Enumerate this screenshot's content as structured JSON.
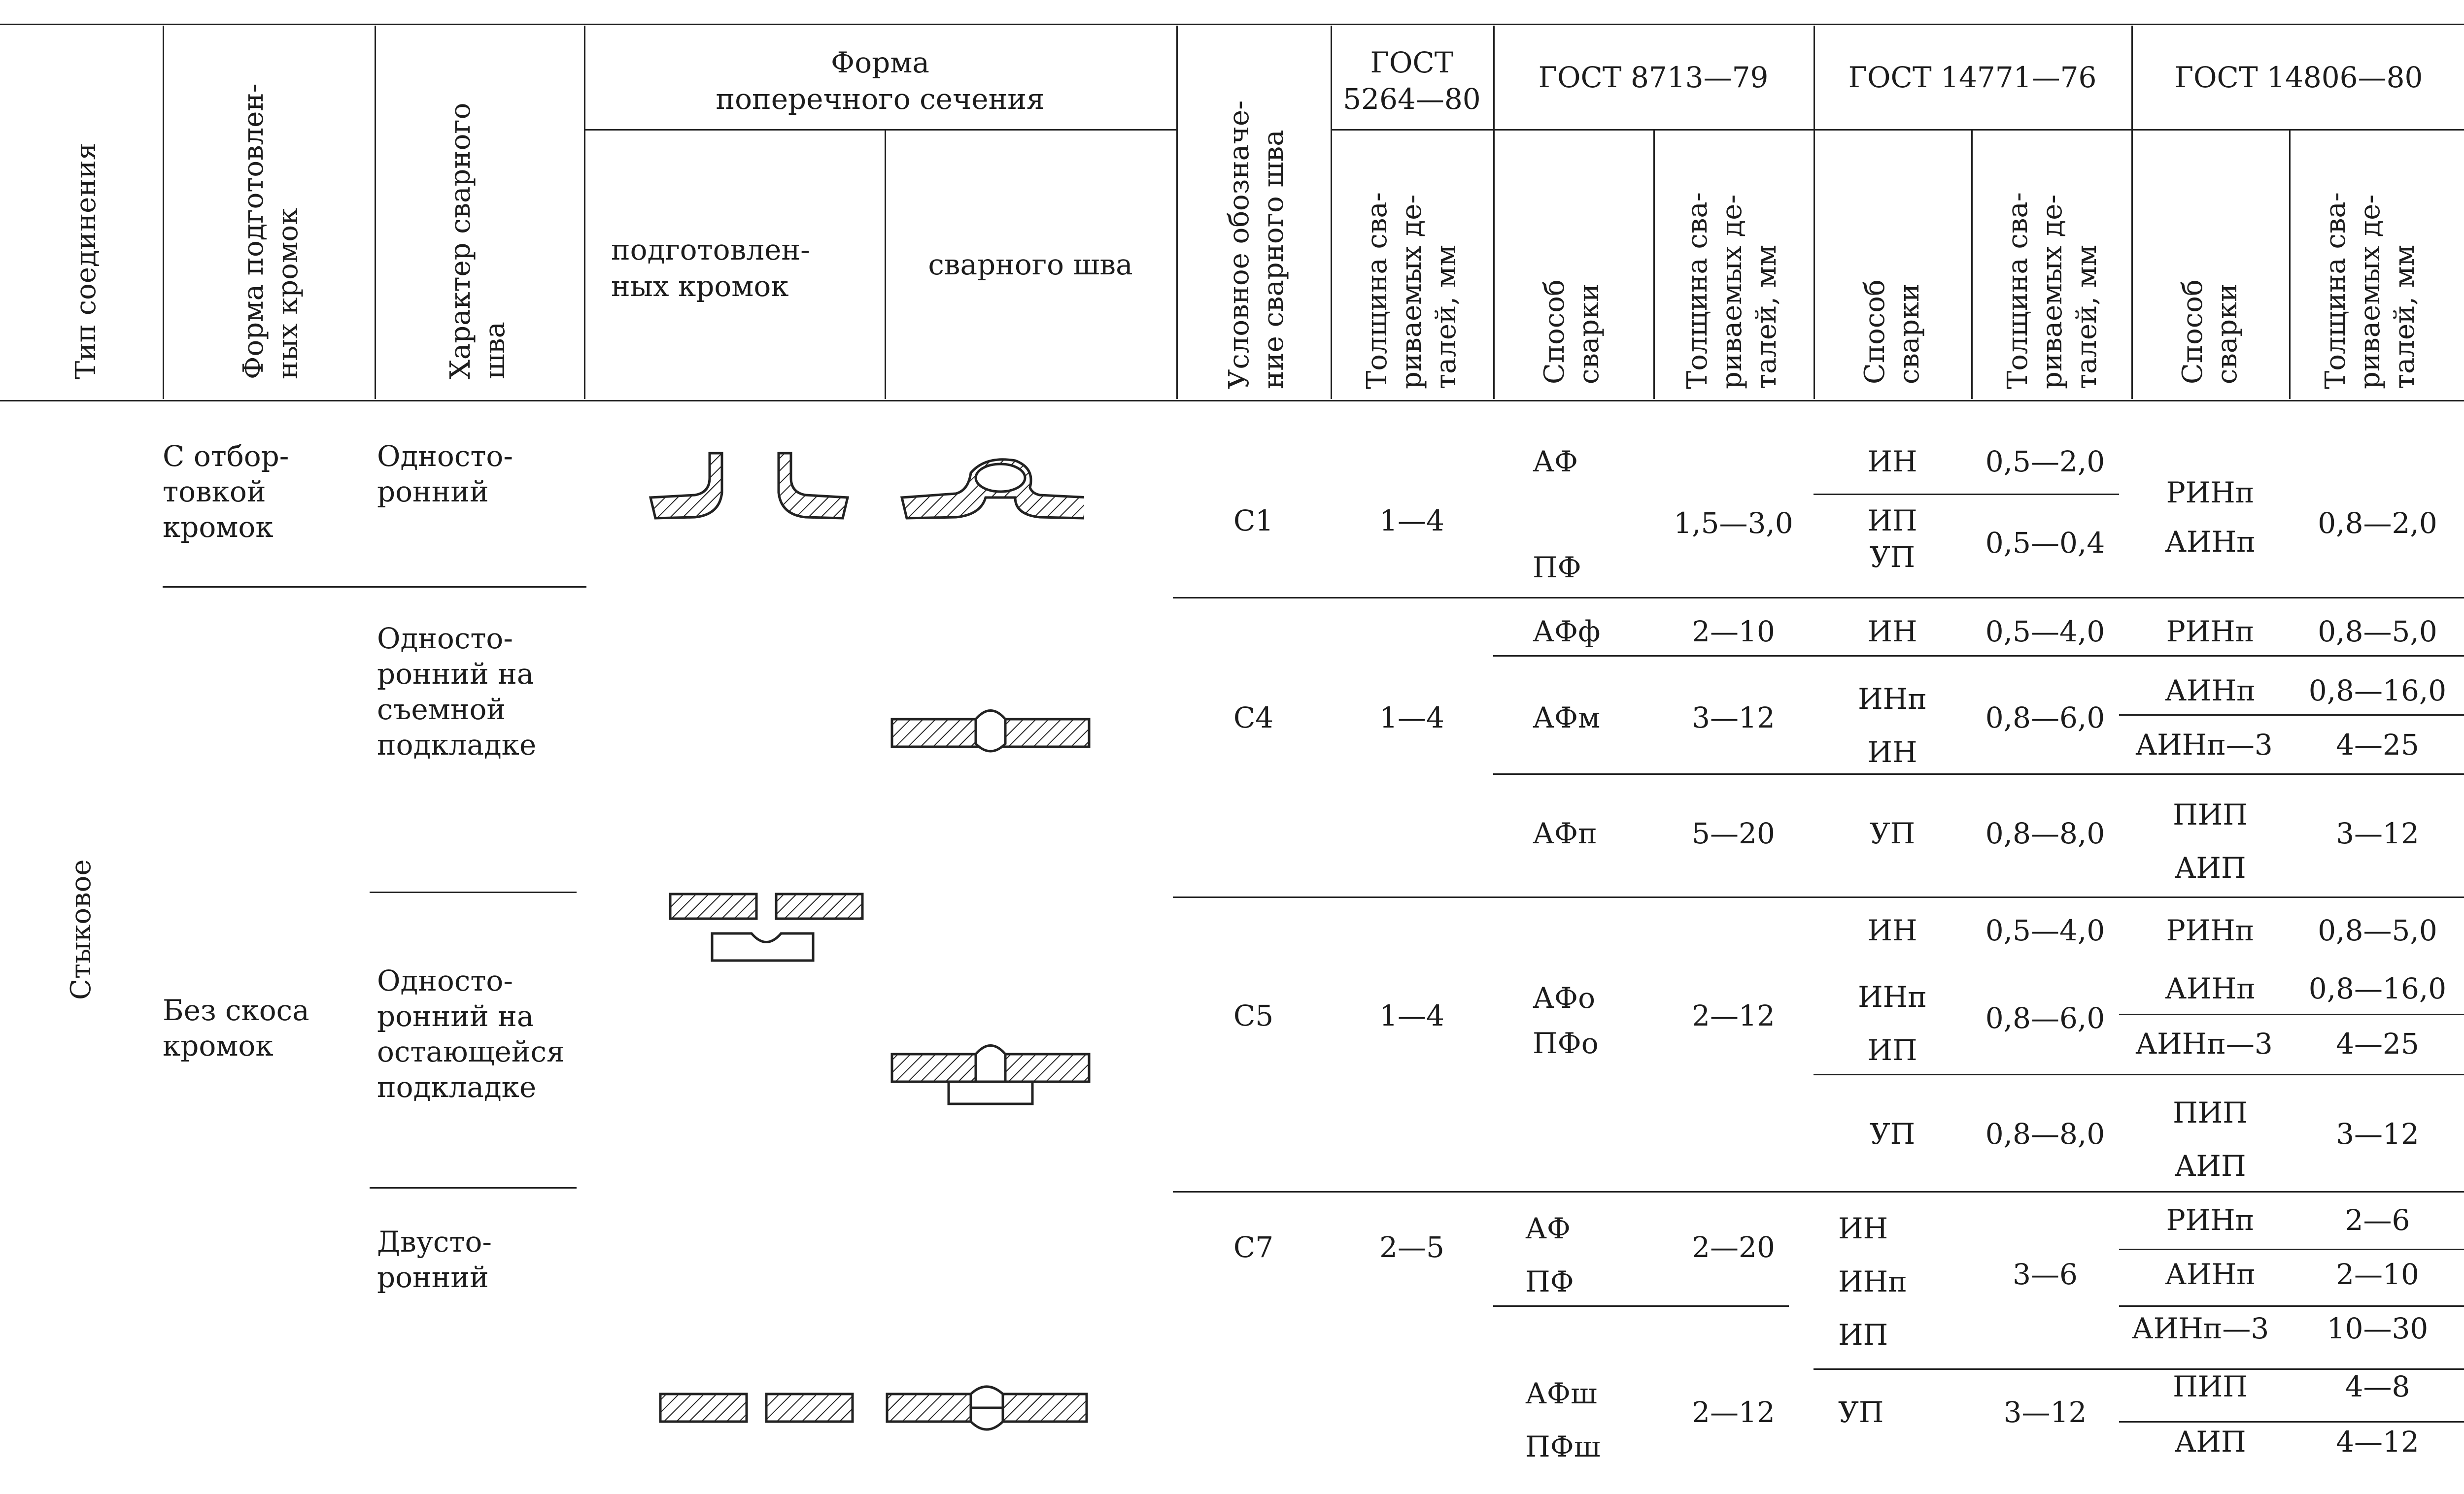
{
  "header": {
    "type": "Тип соединения",
    "edge_form": "Форма подготовлен-\nных кромок",
    "weld_char": "Характер сварного\nшва",
    "section_form": "Форма\nпоперечного сечения",
    "prepared_edges": "подготовлен-\nных кромок",
    "weld_seam": "сварного шва",
    "designation": "Условное обозначе-\nние сварного шва",
    "gost_5264": "ГОСТ\n5264—80",
    "gost_8713": "ГОСТ 8713—79",
    "gost_14771": "ГОСТ 14771—76",
    "gost_14806": "ГОСТ 14806—80",
    "thickness": "Толщина сва-\nриваемых де-\nталей, мм",
    "method": "Способ\nсварки"
  },
  "body": {
    "type": "Стыковое",
    "edge_flanged": "С отбор-\nтовкой\nкромок",
    "edge_no_bevel": "Без скоса\nкромок",
    "row1": {
      "char": "Односто-\nронний",
      "designation": "С1",
      "t5264": "1—4",
      "m8713_a": "АФ",
      "m8713_b": "ПФ",
      "t8713": "1,5—3,0",
      "m14771_a": "ИН",
      "t14771_a": "0,5—2,0",
      "m14771_b": "ИП\nУП",
      "t14771_b": "0,5—0,4",
      "m14806": "РИНп\nАИНп",
      "t14806": "0,8—2,0"
    },
    "row2": {
      "char": "Односто-\nронний на\nсъемной\nподкладке",
      "designation": "С4",
      "t5264": "1—4",
      "a": {
        "m8713": "АФф",
        "t8713": "2—10",
        "m14771": "ИН",
        "t14771": "0,5—4,0",
        "m14806": "РИНп",
        "t14806": "0,8—5,0"
      },
      "b": {
        "m8713": "АФм",
        "t8713": "3—12",
        "m14771": "ИНп\nИН",
        "t14771": "0,8—6,0",
        "m14806_1": "АИНп",
        "t14806_1": "0,8—16,0",
        "m14806_2": "АИНп—3",
        "t14806_2": "4—25"
      },
      "c": {
        "m8713": "АФп",
        "t8713": "5—20",
        "m14771": "УП",
        "t14771": "0,8—8,0",
        "m14806": "ПИП\nАИП",
        "t14806": "3—12"
      }
    },
    "row3": {
      "char": "Односто-\nронний на\nостающейся\nподкладке",
      "designation": "С5",
      "t5264": "1—4",
      "m8713": "АФо\nПФо",
      "t8713": "2—12",
      "a": {
        "m14771": "ИН",
        "t14771": "0,5—4,0",
        "m14806": "РИНп",
        "t14806": "0,8—5,0"
      },
      "b": {
        "m14771": "ИНп\nИП",
        "t14771": "0,8—6,0",
        "m14806_1": "АИНп",
        "t14806_1": "0,8—16,0",
        "m14806_2": "АИНп—3",
        "t14806_2": "4—25"
      },
      "c": {
        "m14771": "УП",
        "t14771": "0,8—8,0",
        "m14806": "ПИП\nАИП",
        "t14806": "3—12"
      }
    },
    "row4": {
      "char": "Двусто-\nронний",
      "designation": "С7",
      "t5264": "2—5",
      "a": {
        "m8713": "АФ\nПФ",
        "t8713": "2—20",
        "m14771": "ИН\nИНп\nИП",
        "t14771": "3—6",
        "m14806_1": "РИНп",
        "t14806_1": "2—6",
        "m14806_2": "АИНп",
        "t14806_2": "2—10",
        "m14806_3": "АИНп—3",
        "t14806_3": "10—30"
      },
      "b": {
        "m8713": "АФш\nПФш",
        "t8713": "2—12",
        "m14771": "УП",
        "t14771": "3—12",
        "m14806_1": "ПИП",
        "t14806_1": "4—8",
        "m14806_2": "АИП",
        "t14806_2": "4—12"
      }
    }
  }
}
